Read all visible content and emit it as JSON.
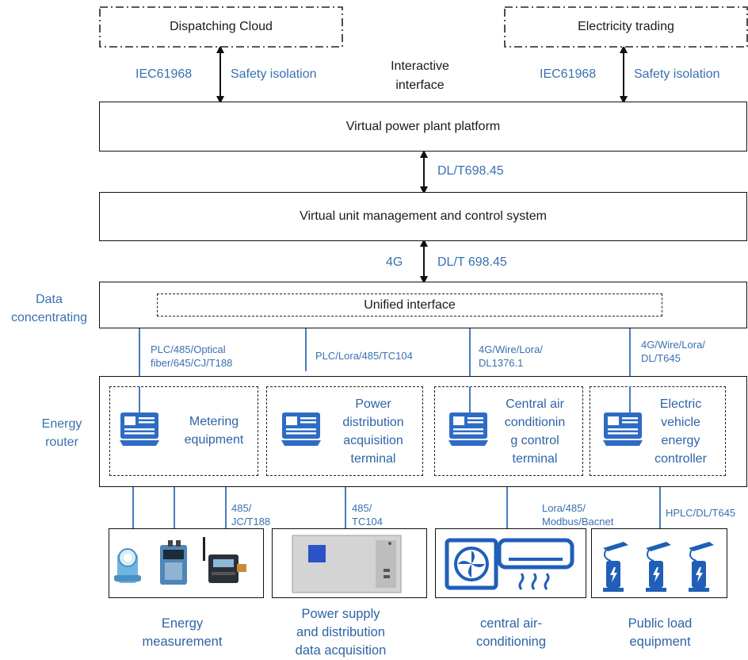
{
  "top": {
    "dispatching_cloud": "Dispatching Cloud",
    "electricity_trading": "Electricity trading",
    "interactive_interface_1": "Interactive",
    "interactive_interface_2": "interface",
    "left_protocol": "IEC61968",
    "left_isolation": "Safety isolation",
    "right_protocol": "IEC61968",
    "right_isolation": "Safety isolation"
  },
  "platform": {
    "vpp_title": "Virtual power plant platform",
    "vpp_link_protocol": "DL/T698.45",
    "unit_title": "Virtual unit management and control system",
    "unit_link_4g": "4G",
    "unit_link_protocol": "DL/T 698.45"
  },
  "data_concentrating": {
    "side_label_1": "Data",
    "side_label_2": "concentrating",
    "unified_interface": "Unified interface"
  },
  "links": {
    "metering_1": "PLC/485/Optical",
    "metering_2": "fiber/645/CJ/T188",
    "power": "PLC/Lora/485/TC104",
    "aircon_1": "4G/Wire/Lora/",
    "aircon_2": "DL1376.1",
    "ev_1": "4G/Wire/Lora/",
    "ev_2": "DL/T645"
  },
  "energy_router": {
    "side_label_1": "Energy",
    "side_label_2": "router",
    "devices": [
      {
        "lines": [
          "Metering",
          "equipment"
        ]
      },
      {
        "lines": [
          "Power",
          "distribution",
          "acquisition",
          "terminal"
        ]
      },
      {
        "lines": [
          "Central air",
          "conditionin",
          "g control",
          "terminal"
        ]
      },
      {
        "lines": [
          "Electric",
          "vehicle",
          "energy",
          "controller"
        ]
      }
    ]
  },
  "lower_links": {
    "meter_1": "485/",
    "meter_2": "JC/T188",
    "power_1": "485/",
    "power_2": "TC104",
    "aircon_1": "Lora/485/",
    "aircon_2": "Modbus/Bacnet",
    "ev": "HPLC/DL/T645"
  },
  "captions": [
    {
      "lines": [
        "Energy",
        "measurement"
      ]
    },
    {
      "lines": [
        "Power supply",
        "and distribution",
        "data acquisition"
      ]
    },
    {
      "lines": [
        "central air-",
        "conditioning"
      ]
    },
    {
      "lines": [
        "Public load",
        "equipment"
      ]
    }
  ],
  "colors": {
    "accent_blue": "#2f6db3",
    "icon_blue": "#2e6cc4",
    "line_blue": "#4a7bbd"
  }
}
